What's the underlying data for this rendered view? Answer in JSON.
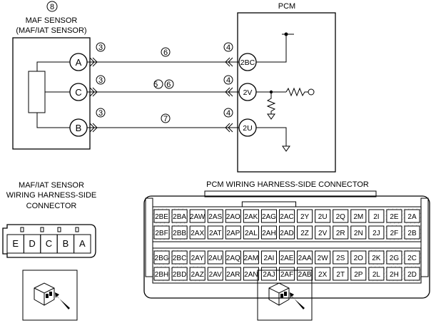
{
  "maf": {
    "number": "8",
    "title_line1": "MAF SENSOR",
    "title_line2": "(MAF/IAT SENSOR)",
    "pins": [
      "A",
      "C",
      "B"
    ]
  },
  "pcm": {
    "title": "PCM",
    "terminals": [
      "2BC",
      "2V",
      "2U"
    ]
  },
  "wires": [
    {
      "maf_mark": "3",
      "wire_mark": "6",
      "pcm_mark": "4"
    },
    {
      "maf_mark": "3",
      "wire_mark": "5 6",
      "pcm_mark": "4"
    },
    {
      "maf_mark": "3",
      "wire_mark": "7",
      "pcm_mark": "4"
    }
  ],
  "maf_connector": {
    "title_line1": "MAF/IAT SENSOR",
    "title_line2": "WIRING HARNESS-SIDE",
    "title_line3": "CONNECTOR",
    "pins": [
      "E",
      "D",
      "C",
      "B",
      "A"
    ]
  },
  "pcm_connector": {
    "title": "PCM WIRING HARNESS-SIDE CONNECTOR",
    "row1": [
      "2BE",
      "2BA",
      "2AW",
      "2AS",
      "2AO",
      "2AK",
      "2AG",
      "2AC",
      "2Y",
      "2U",
      "2Q",
      "2M",
      "2I",
      "2E",
      "2A"
    ],
    "row2": [
      "2BF",
      "2BB",
      "2AX",
      "2AT",
      "2AP",
      "2AL",
      "2AH",
      "2AD",
      "2Z",
      "2V",
      "2R",
      "2N",
      "2J",
      "2F",
      "2B"
    ],
    "row3": [
      "2BG",
      "2BC",
      "2AY",
      "2AU",
      "2AQ",
      "2AM",
      "2AI",
      "2AE",
      "2AA",
      "2W",
      "2S",
      "2O",
      "2K",
      "2G",
      "2C"
    ],
    "row4": [
      "2BH",
      "2BD",
      "2AZ",
      "2AV",
      "2AR",
      "2AN",
      "2AJ",
      "2AF",
      "2AB",
      "2X",
      "2T",
      "2P",
      "2L",
      "2H",
      "2D"
    ]
  }
}
